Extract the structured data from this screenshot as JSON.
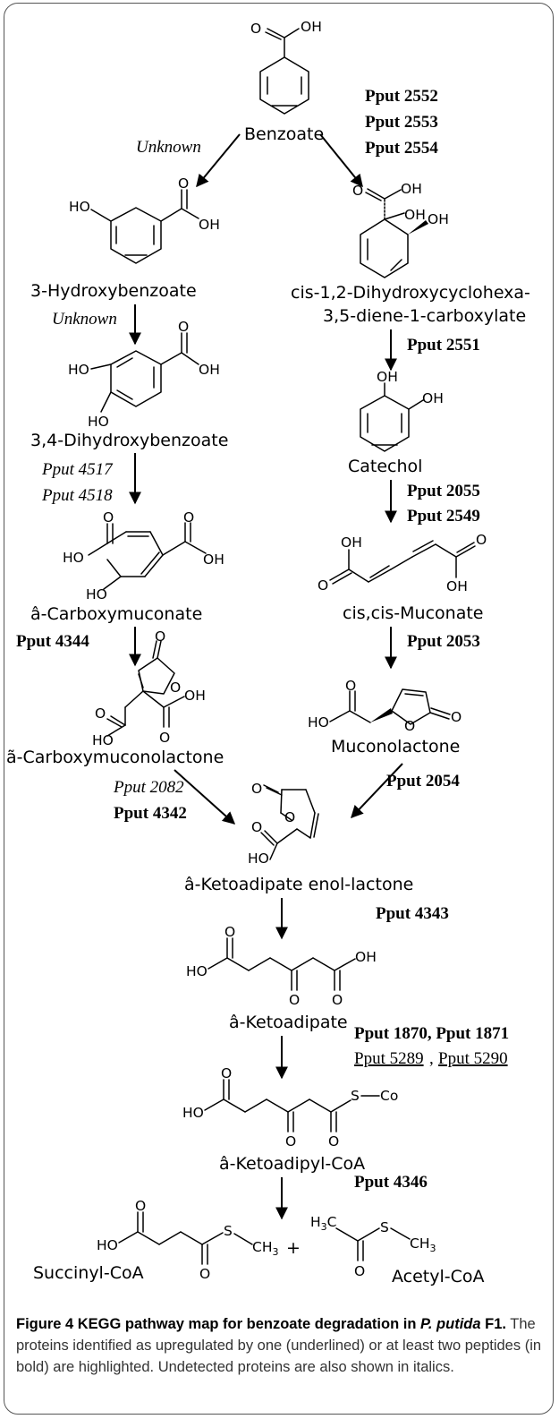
{
  "compounds": {
    "benzoate": "Benzoate",
    "hydroxybenzoate": "3-Hydroxybenzoate",
    "dihydroxybenzoate": "3,4-Dihydroxybenzoate",
    "carboxymuconate": "â-Carboxymuconate",
    "carboxymuconolactone": "ã-Carboxymuconolactone",
    "cis_diol_line1": "cis-1,2-Dihydroxycyclohexa-",
    "cis_diol_line2": "3,5-diene-1-carboxylate",
    "catechol": "Catechol",
    "cis_muconate": "cis,cis-Muconate",
    "muconolactone": "Muconolactone",
    "enol_lactone": "â-Ketoadipate enol-lactone",
    "ketoadipate": "â-Ketoadipate",
    "ketoadipyl_coa": "â-Ketoadipyl-CoA",
    "succinyl_coa": "Succinyl-CoA",
    "acetyl_coa": "Acetyl-CoA",
    "plus": "+"
  },
  "enzymes": {
    "unknown_1": "Unknown",
    "unknown_2": "Unknown",
    "pput_2552": "Pput 2552",
    "pput_2553": "Pput 2553",
    "pput_2554": "Pput 2554",
    "pput_2551": "Pput 2551",
    "pput_4517": "Pput 4517",
    "pput_4518": "Pput 4518",
    "pput_2055": "Pput 2055",
    "pput_2549": "Pput 2549",
    "pput_4344": "Pput 4344",
    "pput_2053": "Pput 2053",
    "pput_2082": "Pput 2082",
    "pput_4342": "Pput 4342",
    "pput_2054": "Pput 2054",
    "pput_4343": "Pput 4343",
    "pput_1870_1871": "Pput 1870, Pput 1871",
    "pput_5289": "Pput 5289",
    "comma": ",",
    "pput_5290": "Pput 5290",
    "pput_4346": "Pput 4346"
  },
  "atoms": {
    "O": "O",
    "OH": "OH",
    "HO": "HO",
    "S": "S",
    "Co": "Co",
    "CH": "CH",
    "H": "H",
    "C": "C",
    "three": "3"
  },
  "caption": {
    "title": "Figure 4 KEGG pathway map for benzoate degradation in",
    "organism": "P. putida",
    "strain": " F1.",
    "body": " The proteins identified as upregulated by one (underlined) or at least two peptides (in bold) are highlighted. Undetected proteins are also shown in italics."
  }
}
